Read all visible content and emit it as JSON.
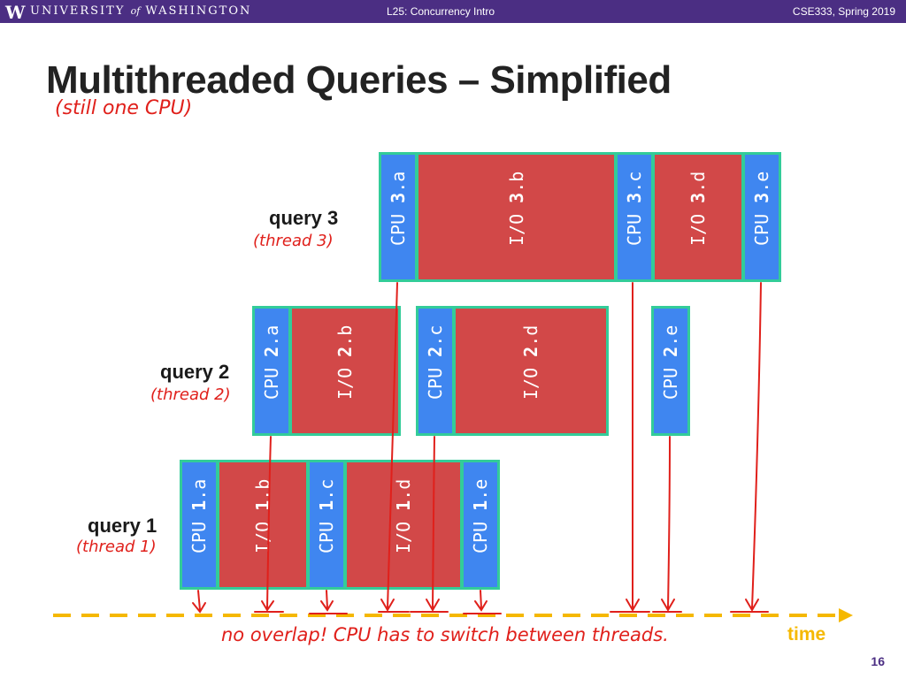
{
  "header": {
    "logo": "W",
    "university_pre": "UNIVERSITY",
    "university_of": "of",
    "university_post": "WASHINGTON",
    "lecture": "L25: Concurrency Intro",
    "course": "CSE333, Spring 2019"
  },
  "slide": {
    "title": "Multithreaded Queries – Simplified",
    "annotation_title": "(still one CPU)",
    "page_number": "16"
  },
  "queries": [
    {
      "label": "query 3",
      "thread": "(thread 3)"
    },
    {
      "label": "query 2",
      "thread": "(thread 2)"
    },
    {
      "label": "query 1",
      "thread": "(thread 1)"
    }
  ],
  "blocks": {
    "q3": [
      {
        "kind": "CPU",
        "step": "3",
        "sub": ".a"
      },
      {
        "kind": "I/O",
        "step": "3",
        "sub": ".b"
      },
      {
        "kind": "CPU",
        "step": "3",
        "sub": ".c"
      },
      {
        "kind": "I/O",
        "step": "3",
        "sub": ".d"
      },
      {
        "kind": "CPU",
        "step": "3",
        "sub": ".e"
      }
    ],
    "q2": [
      {
        "kind": "CPU",
        "step": "2",
        "sub": ".a"
      },
      {
        "kind": "I/O",
        "step": "2",
        "sub": ".b"
      },
      {
        "kind": "CPU",
        "step": "2",
        "sub": ".c"
      },
      {
        "kind": "I/O",
        "step": "2",
        "sub": ".d"
      },
      {
        "kind": "CPU",
        "step": "2",
        "sub": ".e"
      }
    ],
    "q1": [
      {
        "kind": "CPU",
        "step": "1",
        "sub": ".a"
      },
      {
        "kind": "I/O",
        "step": "1",
        "sub": ".b"
      },
      {
        "kind": "CPU",
        "step": "1",
        "sub": ".c"
      },
      {
        "kind": "I/O",
        "step": "1",
        "sub": ".d"
      },
      {
        "kind": "CPU",
        "step": "1",
        "sub": ".e"
      }
    ]
  },
  "timeline": {
    "label": "time",
    "annotation": "no overlap!  CPU has to switch between threads."
  },
  "colors": {
    "cpu": "#3f86f0",
    "io": "#d24848",
    "border": "#33cc99",
    "timeline": "#f5b800",
    "annotation": "#e0201b",
    "header_bg": "#4b2e83"
  }
}
